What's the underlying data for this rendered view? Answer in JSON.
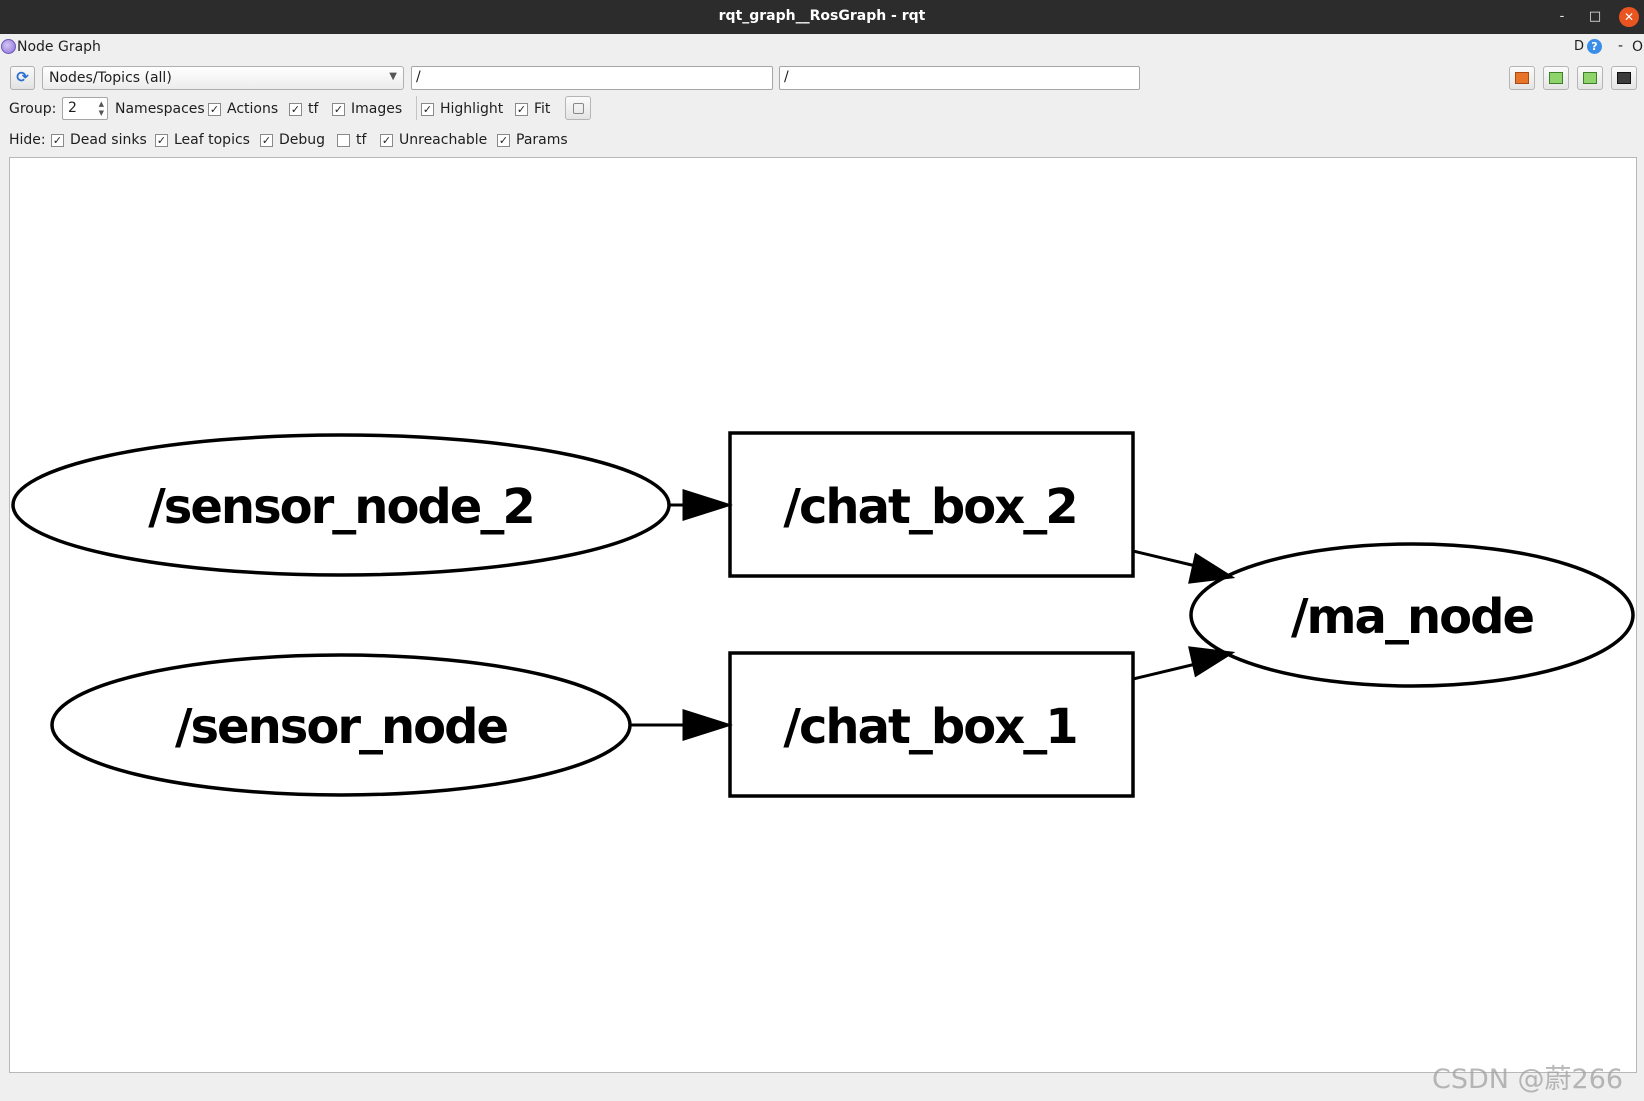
{
  "window": {
    "title": "rqt_graph__RosGraph - rqt",
    "controls": {
      "minimize": "-",
      "maximize": "□",
      "close": "✕"
    }
  },
  "plugin": {
    "title": "Node Graph",
    "right_labels": {
      "d": "D",
      "help": "?",
      "dash": "-",
      "o": "O"
    }
  },
  "toolbar": {
    "refresh_icon": "refresh-icon",
    "view_mode": "Nodes/Topics (all)",
    "node_filter": "/",
    "topic_filter": "/",
    "buttons": [
      "load-dot-icon",
      "save-dot-icon",
      "save-svg-icon",
      "save-image-icon"
    ]
  },
  "options": {
    "group_label": "Group:",
    "group_value": "2",
    "checkboxes": [
      {
        "label": "Namespaces",
        "checked": false,
        "has_box": false
      },
      {
        "label": "Actions",
        "checked": true
      },
      {
        "label": "tf",
        "checked": true
      },
      {
        "label": "Images",
        "checked": true
      },
      {
        "label": "Highlight",
        "checked": true
      },
      {
        "label": "Fit",
        "checked": true
      }
    ]
  },
  "hide": {
    "label": "Hide:",
    "checkboxes": [
      {
        "label": "Dead sinks",
        "checked": true
      },
      {
        "label": "Leaf topics",
        "checked": true
      },
      {
        "label": "Debug",
        "checked": true
      },
      {
        "label": "tf",
        "checked": false
      },
      {
        "label": "Unreachable",
        "checked": true
      },
      {
        "label": "Params",
        "checked": true
      }
    ]
  },
  "graph": {
    "nodes": [
      {
        "id": "sensor_node_2",
        "label": "/sensor_node_2",
        "shape": "ellipse"
      },
      {
        "id": "sensor_node",
        "label": "/sensor_node",
        "shape": "ellipse"
      },
      {
        "id": "chat_box_2",
        "label": "/chat_box_2",
        "shape": "box"
      },
      {
        "id": "chat_box_1",
        "label": "/chat_box_1",
        "shape": "box"
      },
      {
        "id": "ma_node",
        "label": "/ma_node",
        "shape": "ellipse"
      }
    ],
    "edges": [
      {
        "from": "sensor_node_2",
        "to": "chat_box_2"
      },
      {
        "from": "sensor_node",
        "to": "chat_box_1"
      },
      {
        "from": "chat_box_2",
        "to": "ma_node"
      },
      {
        "from": "chat_box_1",
        "to": "ma_node"
      }
    ]
  },
  "watermark": "CSDN @蔚266"
}
